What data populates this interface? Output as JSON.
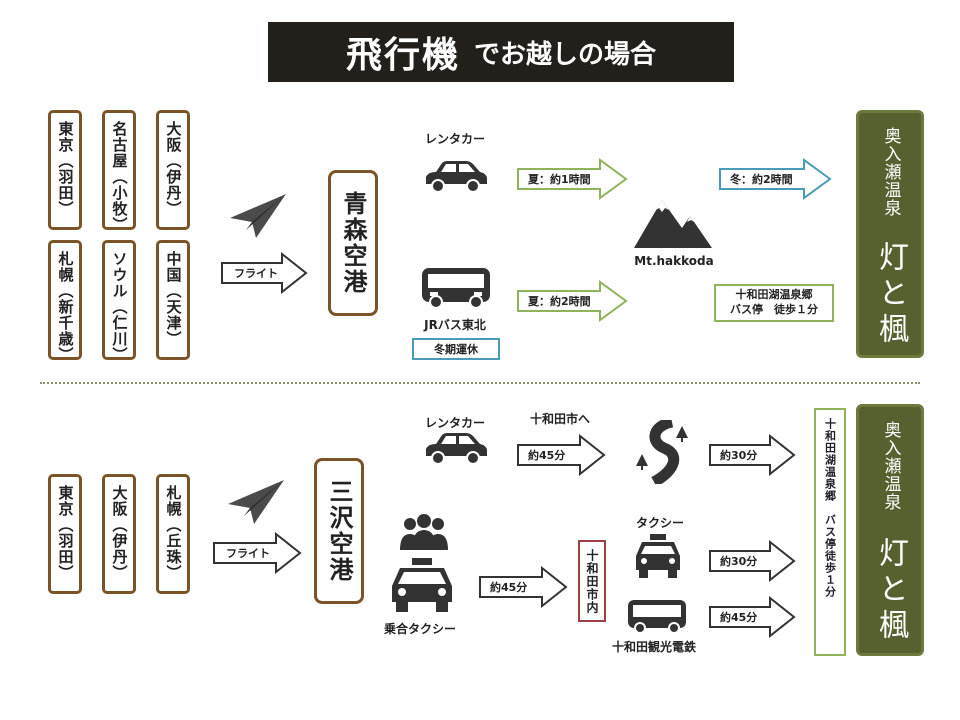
{
  "title": {
    "main": "飛行機",
    "sub": "でお越しの場合"
  },
  "aomori": {
    "cities": [
      "東京（羽田）",
      "名古屋（小牧）",
      "大阪（伊丹）",
      "札幌（新千歳）",
      "ソウル（仁川）",
      "中国（天津）"
    ],
    "flight_label": "フライト",
    "airport": "青森空港",
    "rental_label": "レンタカー",
    "rental_time": "夏：約1時間",
    "bus_label": "JRバス東北",
    "bus_time": "夏：約2時間",
    "winter_note": "冬期運休",
    "mountain_label": "Mt.hakkoda",
    "winter_time": "冬：約2時間",
    "bus_stop_note_1": "十和田湖温泉郷",
    "bus_stop_note_2": "バス停　徒歩１分",
    "dest_area": "奥入瀬温泉",
    "dest_name": "灯と楓"
  },
  "misawa": {
    "cities": [
      "東京（羽田）",
      "大阪（伊丹）",
      "札幌（丘珠）"
    ],
    "flight_label": "フライト",
    "airport": "三沢空港",
    "rental_label": "レンタカー",
    "to_towada": "十和田市へ",
    "rental_time": "約45分",
    "road_time": "約30分",
    "shared_taxi_label": "乗合タクシー",
    "shared_time": "約45分",
    "city_center": "十和田市内",
    "taxi_label": "タクシー",
    "taxi_time": "約30分",
    "rail_label": "十和田観光電鉄",
    "rail_time": "約45分",
    "bus_stop_note": "十和田湖温泉郷　バス停徒歩１分",
    "dest_area": "奥入瀬温泉",
    "dest_name": "灯と楓"
  },
  "icons": [
    "paper-plane-icon",
    "car-icon",
    "bus-icon",
    "mountain-icon",
    "winding-road-icon",
    "people-icon",
    "taxi-icon"
  ],
  "colors": {
    "title_bg": "#231f1a",
    "brown": "#7a5426",
    "green_arrow": "#8fb35a",
    "blue_arrow": "#4a9bb5",
    "dest_green": "#56612f",
    "red_box": "#a04040"
  }
}
